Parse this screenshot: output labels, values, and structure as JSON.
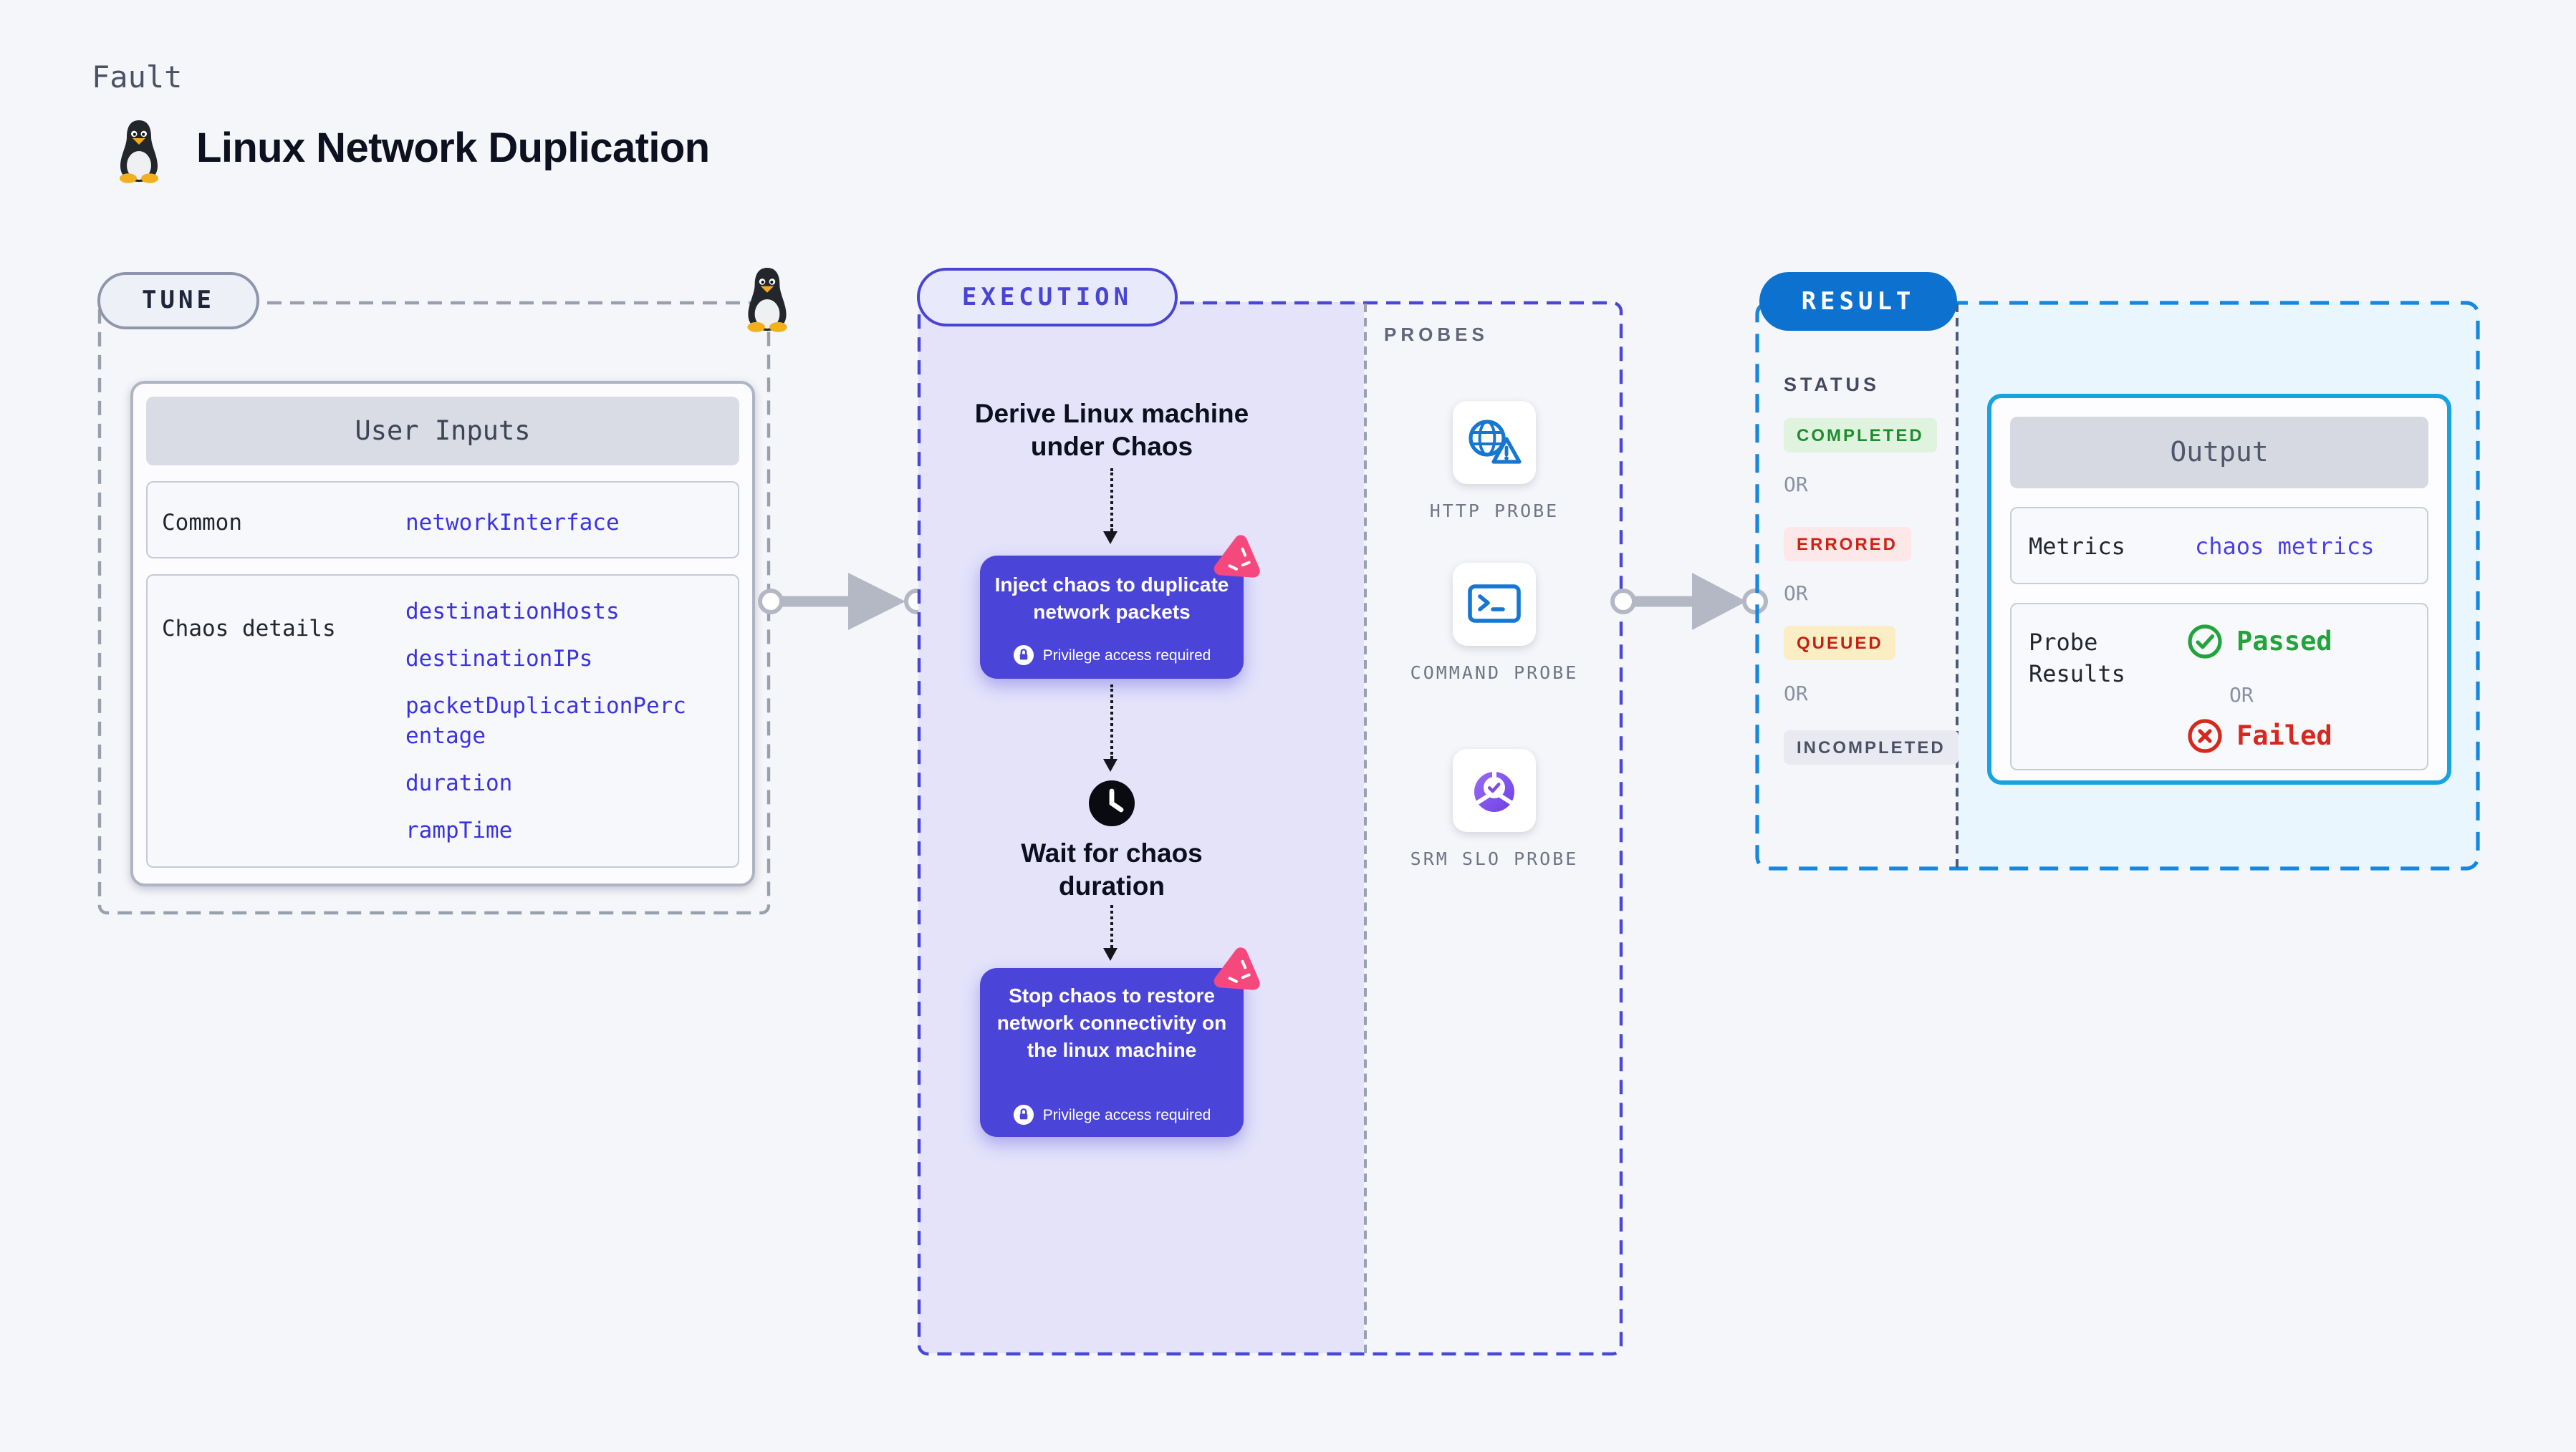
{
  "header": {
    "fault_label": "Fault",
    "title": "Linux Network Duplication",
    "os_icon": "linux-tux-icon"
  },
  "tune": {
    "badge": "TUNE",
    "user_inputs": {
      "header": "User Inputs",
      "rows": [
        {
          "label": "Common",
          "values": [
            "networkInterface"
          ]
        },
        {
          "label": "Chaos details",
          "values": [
            "destinationHosts",
            "destinationIPs",
            "packetDuplicationPercentage",
            "duration",
            "rampTime"
          ]
        }
      ]
    }
  },
  "execution": {
    "badge": "EXECUTION",
    "steps": {
      "derive": "Derive Linux machine under Chaos",
      "inject": "Inject chaos to duplicate network packets",
      "wait": "Wait for chaos duration",
      "stop": "Stop chaos to restore network connectivity on the linux machine",
      "privilege_note": "Privilege access required"
    },
    "probes_label": "PROBES",
    "probes": [
      {
        "label": "HTTP PROBE",
        "icon": "globe-alert-icon"
      },
      {
        "label": "COMMAND PROBE",
        "icon": "terminal-icon"
      },
      {
        "label": "SRM SLO PROBE",
        "icon": "slo-pie-icon"
      }
    ]
  },
  "result": {
    "badge": "RESULT",
    "status": {
      "label": "STATUS",
      "or": "OR",
      "chips": [
        {
          "text": "COMPLETED",
          "bg": "#dff3df",
          "color": "#1e8e2d"
        },
        {
          "text": "ERRORED",
          "bg": "#fce8e8",
          "color": "#cf2318"
        },
        {
          "text": "QUEUED",
          "bg": "#fbeec5",
          "color": "#c42114"
        },
        {
          "text": "INCOMPLETED",
          "bg": "#e9eaf1",
          "color": "#4b5266"
        }
      ]
    },
    "output": {
      "header": "Output",
      "metrics_label": "Metrics",
      "metrics_value": "chaos metrics",
      "probe_results_label": "Probe Results",
      "passed": "Passed",
      "or": "OR",
      "failed": "Failed"
    }
  },
  "colors": {
    "page_bg": "#f5f6fa",
    "execution_accent": "#4a44d2",
    "execution_bg": "#e4e3fa",
    "step_box": "#4b44d9",
    "chaos_pink": "#f5497e",
    "probe_blue": "#1577d2",
    "slo_purple": "#7c4fe0",
    "result_blue": "#0d72cf",
    "result_border": "#1687dd",
    "output_border": "#16a3e0",
    "value_indigo": "#3b33e0",
    "passed_green": "#23a33c",
    "failed_red": "#d7281d"
  }
}
